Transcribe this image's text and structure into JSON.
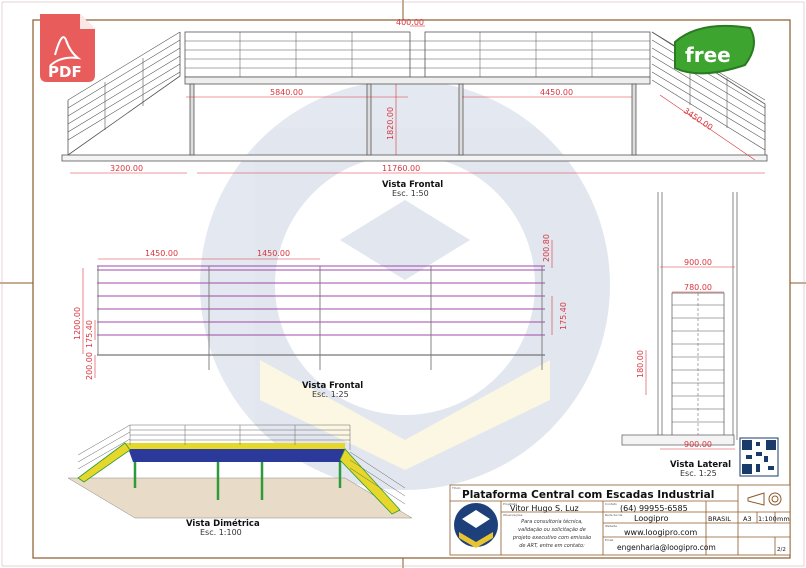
{
  "badges": {
    "pdf": "PDF",
    "free": "free"
  },
  "views": {
    "front_top": {
      "title": "Vista Frontal",
      "scale": "Esc. 1:50",
      "dims": {
        "gap": "400.00",
        "left_span": "5840.00",
        "right_span": "4450.00",
        "height": "1820.00",
        "stair_diag": "3450.00",
        "stair_run": "3200.00",
        "total": "11760.00"
      }
    },
    "front_mid": {
      "title": "Vista Frontal",
      "scale": "Esc. 1:25",
      "dims": {
        "bay1": "1450.00",
        "bay2": "1450.00",
        "top_rail": "200.80",
        "rail_height": "1200.00",
        "rail_spacing_left": "175.40",
        "rail_spacing_right": "175.40",
        "post": "200.00"
      }
    },
    "lateral": {
      "title": "Vista Lateral",
      "scale": "Esc. 1:25",
      "dims": {
        "outer": "900.00",
        "inner": "780.00",
        "step": "180.00",
        "base": "900.00"
      }
    },
    "dimetric": {
      "title": "Vista Dimétrica",
      "scale": "Esc. 1:100"
    }
  },
  "title_block": {
    "title_label": "Título",
    "title": "Plataforma Central com Escadas Industrial",
    "designer_label": "Projetista",
    "designer": "Vitor Hugo S. Luz",
    "contact_label": "Contato",
    "contact": "(64) 99955-6585",
    "obs_label": "Observações",
    "obs": [
      "Para consultoria técnica,",
      "validação ou solicitação de",
      "projeto executivo com emissão",
      "de ART, entre em contato:"
    ],
    "social_label": "Rede Social",
    "social": "Loogipro",
    "website_label": "Website",
    "website": "www.loogipro.com",
    "email_label": "Email",
    "email": "engenharia@loogipro.com",
    "country": "BRASIL",
    "sheet_size": "A3",
    "scale": "1:100",
    "unit": "mm",
    "page": "2/2"
  },
  "colors": {
    "frame": "#8b5a2b",
    "dim": "#d9363e",
    "platform_yellow": "#e5d82a",
    "platform_blue": "#2b3a9a",
    "post_green": "#2e9a3a",
    "rail_purple": "#a04aa8"
  }
}
